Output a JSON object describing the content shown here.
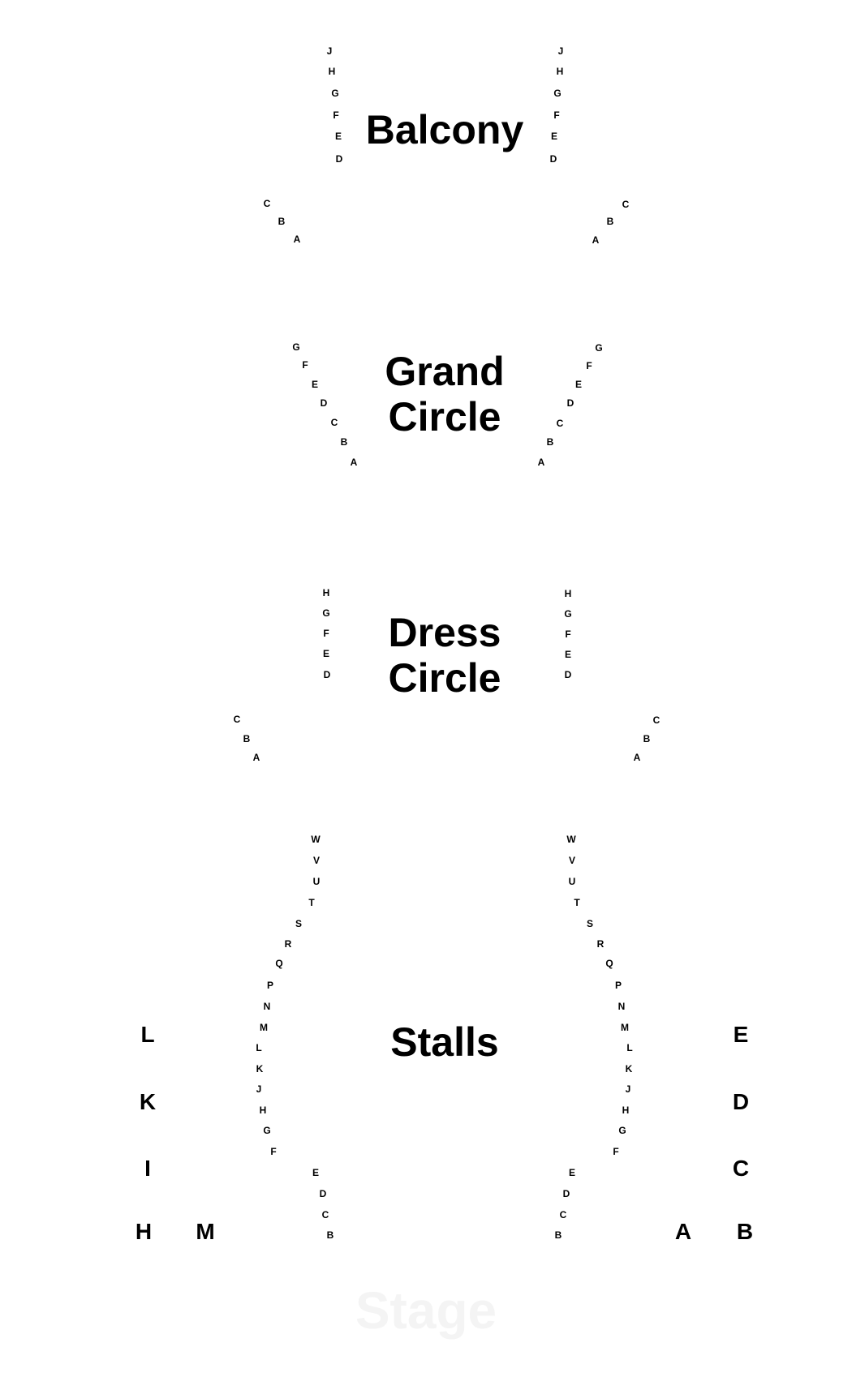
{
  "sections": {
    "balcony": "Balcony",
    "grand_circle": "Grand\nCircle",
    "dress_circle": "Dress\nCircle",
    "stalls": "Stalls"
  },
  "stage": "Stage",
  "rows": {
    "balcony": {
      "left": [
        "J",
        "H",
        "G",
        "F",
        "E",
        "D",
        "C",
        "B",
        "A"
      ],
      "right": [
        "J",
        "H",
        "G",
        "F",
        "E",
        "D",
        "C",
        "B",
        "A"
      ]
    },
    "grand_circle": {
      "left": [
        "G",
        "F",
        "E",
        "D",
        "C",
        "B",
        "A"
      ],
      "right": [
        "G",
        "F",
        "E",
        "D",
        "C",
        "B",
        "A"
      ]
    },
    "dress_circle": {
      "left": [
        "H",
        "G",
        "F",
        "E",
        "D",
        "C",
        "B",
        "A"
      ],
      "right": [
        "H",
        "G",
        "F",
        "E",
        "D",
        "C",
        "B",
        "A"
      ]
    },
    "stalls": {
      "left": [
        "W",
        "V",
        "U",
        "T",
        "S",
        "R",
        "Q",
        "P",
        "N",
        "M",
        "L",
        "K",
        "J",
        "H",
        "G",
        "F",
        "E",
        "D",
        "C",
        "B"
      ],
      "right": [
        "W",
        "V",
        "U",
        "T",
        "S",
        "R",
        "Q",
        "P",
        "N",
        "M",
        "L",
        "K",
        "J",
        "H",
        "G",
        "F",
        "E",
        "D",
        "C",
        "B"
      ],
      "boxes_left": [
        "L",
        "K",
        "I",
        "H",
        "M"
      ],
      "boxes_right": [
        "E",
        "D",
        "C",
        "A",
        "B"
      ]
    }
  }
}
